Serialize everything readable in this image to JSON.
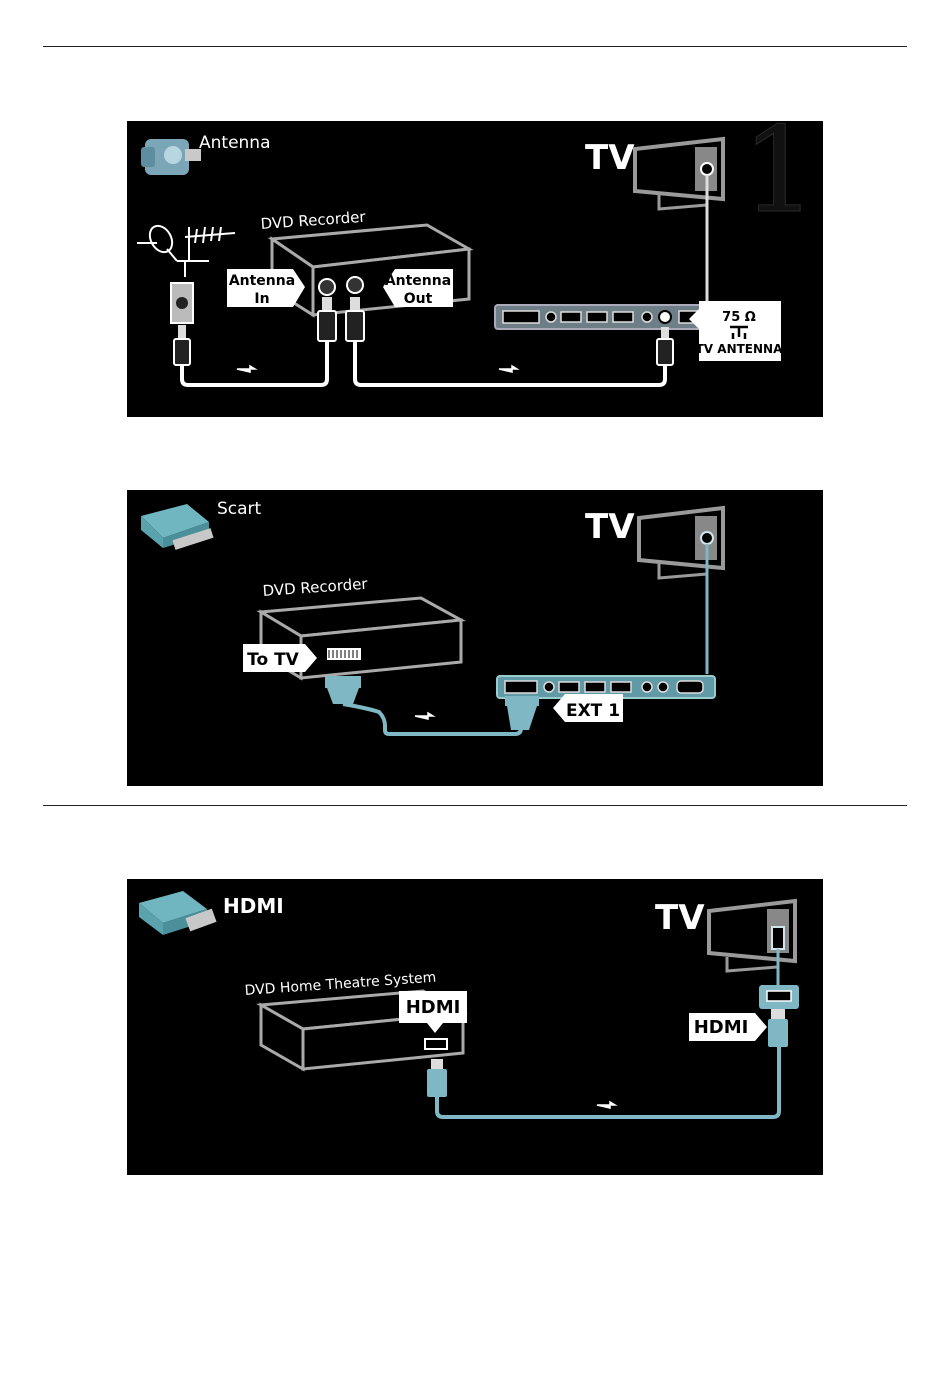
{
  "panel1": {
    "title": "Antenna",
    "tv_label": "TV",
    "step_number": "1",
    "device_label": "DVD Recorder",
    "antenna_in_line1": "Antenna",
    "antenna_in_line2": "In",
    "antenna_out_line1": "Antenna",
    "antenna_out_line2": "Out",
    "impedance": "75 Ω",
    "tv_antenna": "TV ANTENNA",
    "accent_color": "#ffffff"
  },
  "panel2": {
    "title": "Scart",
    "tv_label": "TV",
    "device_label": "DVD Recorder",
    "to_tv": "To TV",
    "ext": "EXT 1",
    "accent_color": "#7fb7c4"
  },
  "panel3": {
    "title": "HDMI",
    "tv_label": "TV",
    "device_label": "DVD Home Theatre System",
    "hdmi_device": "HDMI",
    "hdmi_tv": "HDMI",
    "accent_color": "#7fb7c4"
  }
}
